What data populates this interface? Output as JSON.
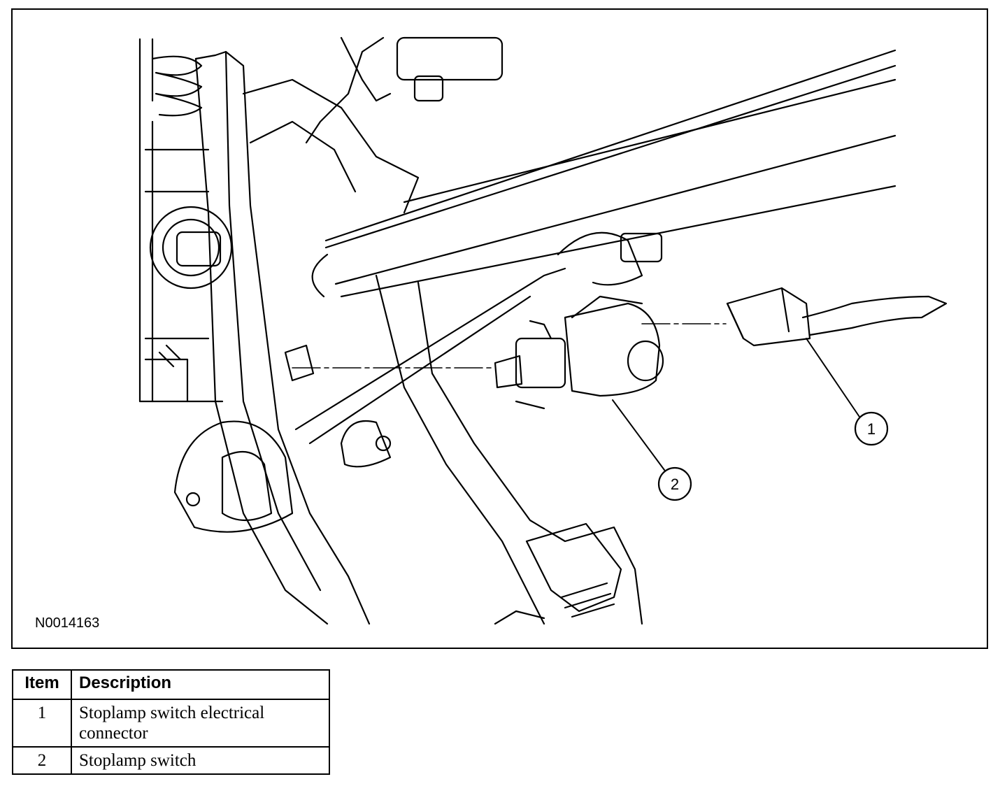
{
  "figure": {
    "id": "N0014163",
    "callouts": [
      "1",
      "2"
    ]
  },
  "legend": {
    "headers": {
      "item": "Item",
      "description": "Description"
    },
    "rows": [
      {
        "item": "1",
        "description": "Stoplamp switch electrical connector"
      },
      {
        "item": "2",
        "description": "Stoplamp switch"
      }
    ]
  }
}
